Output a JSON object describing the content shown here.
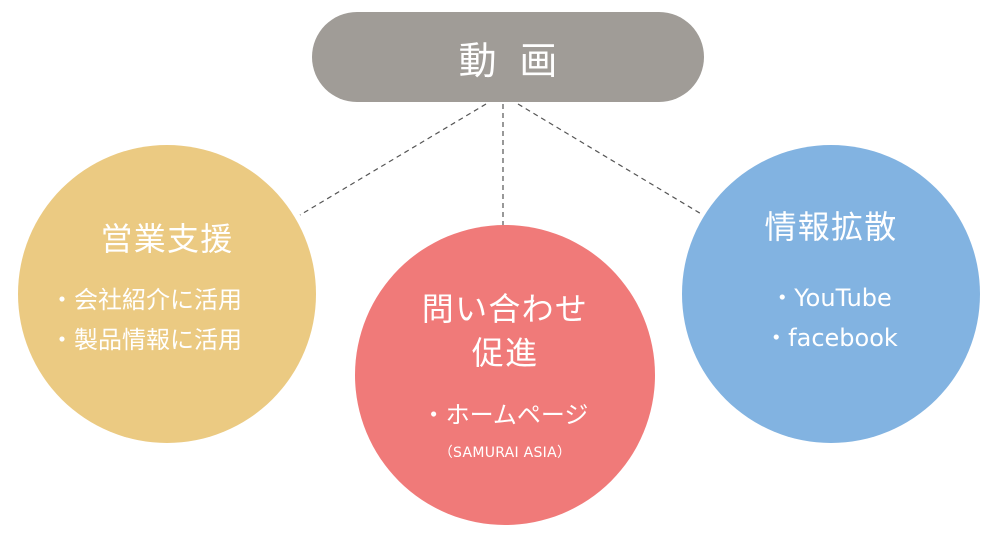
{
  "colors": {
    "top": "#a09c97",
    "sales": "#ebca82",
    "inquiry": "#f07a79",
    "spread": "#82b3e1",
    "connector": "#555555"
  },
  "top": {
    "title": "動画"
  },
  "nodes": [
    {
      "id": "sales",
      "title": "営業支援",
      "items": [
        "・会社紹介に活用",
        "・製品情報に活用"
      ]
    },
    {
      "id": "inquiry",
      "title": "問い合わせ\n促進",
      "items": [
        "・ホームページ"
      ],
      "sub": "（SAMURAI ASIA）"
    },
    {
      "id": "spread",
      "title": "情報拡散",
      "items": [
        "・YouTube",
        "・facebook"
      ]
    }
  ]
}
